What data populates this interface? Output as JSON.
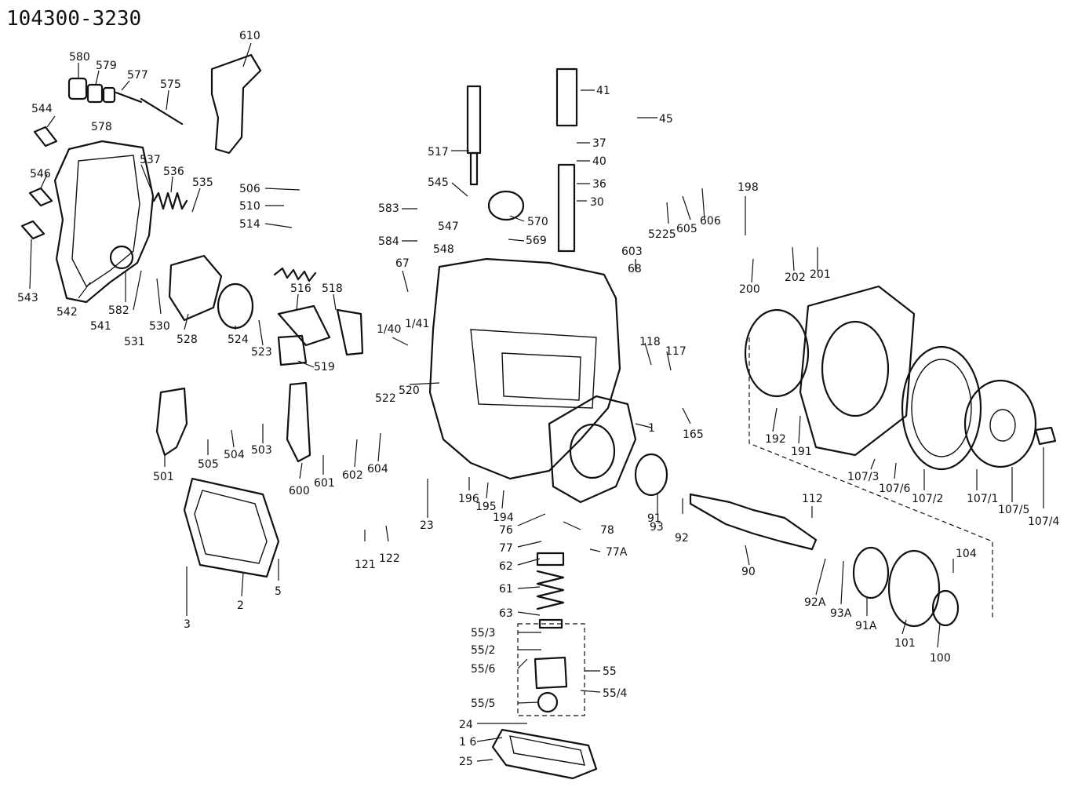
{
  "title": "104300-3230",
  "labels": {
    "l610": "610",
    "l580": "580",
    "l579": "579",
    "l577": "577",
    "l575": "575",
    "l578": "578",
    "l544": "544",
    "l537": "537",
    "l536": "536",
    "l535": "535",
    "l546": "546",
    "l543": "543",
    "l542": "542",
    "l541": "541",
    "l582": "582",
    "l531": "531",
    "l530": "530",
    "l528": "528",
    "l506": "506",
    "l510": "510",
    "l514": "514",
    "l516": "516",
    "l518": "518",
    "l524": "524",
    "l523": "523",
    "l519": "519",
    "l517": "517",
    "l545": "545",
    "l583": "583",
    "l547": "547",
    "l570": "570",
    "l584": "584",
    "l548": "548",
    "l569": "569",
    "l67": "67",
    "l41": "41",
    "l45": "45",
    "l37": "37",
    "l40": "40",
    "l36": "36",
    "l30": "30",
    "l522": "522",
    "l5225": "5225",
    "l605": "605",
    "l606": "606",
    "l198": "198",
    "l603": "603",
    "l68": "68",
    "l202": "202",
    "l201": "201",
    "l200": "200",
    "l140": "1/40",
    "l141": "1/41",
    "l118": "118",
    "l117": "117",
    "l520": "520",
    "l165": "165",
    "l1": "1",
    "l192": "192",
    "l191": "191",
    "l501": "501",
    "l505": "505",
    "l504": "504",
    "l503": "503",
    "l600": "600",
    "l601": "601",
    "l602": "602",
    "l604": "604",
    "l196": "196",
    "l195": "195",
    "l194": "194",
    "l23": "23",
    "l91": "91",
    "l93": "93",
    "l92": "92",
    "l1073": "107/3",
    "l1076": "107/6",
    "l1072": "107/2",
    "l1071": "107/1",
    "l1075": "107/5",
    "l1074": "107/4",
    "l112": "112",
    "l76": "76",
    "l78": "78",
    "l77": "77",
    "l77a": "77A",
    "l62": "62",
    "l61": "61",
    "l63": "63",
    "l121": "121",
    "l122": "122",
    "l5": "5",
    "l3": "3",
    "l2": "2",
    "l90": "90",
    "l104": "104",
    "l92a": "92A",
    "l93a": "93A",
    "l91a": "91A",
    "l101": "101",
    "l100": "100",
    "l553": "55/3",
    "l552": "55/2",
    "l556": "55/6",
    "l55": "55",
    "l554": "55/4",
    "l555": "55/5",
    "l24": "24",
    "l16": "1 6",
    "l25": "25"
  }
}
